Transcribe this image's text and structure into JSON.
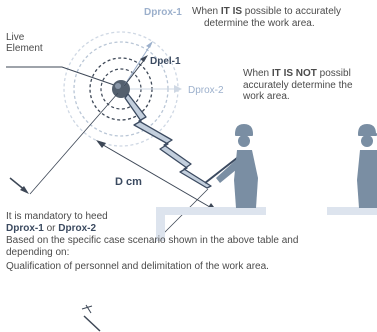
{
  "diagram": {
    "live_element_line1": "Live",
    "live_element_line2": "Element",
    "dprox1_label": "Dprox-1",
    "dpel1_label": "Dpel-1",
    "dprox2_label": "Dprox-2",
    "d_cm_label": "D cm",
    "when_is": {
      "prefix": "When ",
      "bold": "IT IS",
      "suffix": " possible to accurately",
      "line2": "determine the work area."
    },
    "when_is_not": {
      "prefix": "When ",
      "bold": "IT IS NOT",
      "suffix": " possibl",
      "line2": "accurately determine the",
      "line3": "work area."
    },
    "mandatory_line1": "It is mandatory to heed",
    "mandatory_opt1": "Dprox-1",
    "mandatory_or": " or ",
    "mandatory_opt2": "Dprox-2",
    "based_on_line1": "Based on the specific case scenario shown in the above table and",
    "based_on_line2": "depending on:",
    "qualification_line": "Qualification of personnel and delimitation of the work area."
  },
  "colors": {
    "text": "#4b4b4b",
    "muted_text": "#9a9a9a",
    "accent_blue": "#9cb0cc",
    "dark_blue": "#3b4a60",
    "figure_gray": "#7a8ea3",
    "platform": "#dde4ee",
    "live_element": "#54606e"
  }
}
